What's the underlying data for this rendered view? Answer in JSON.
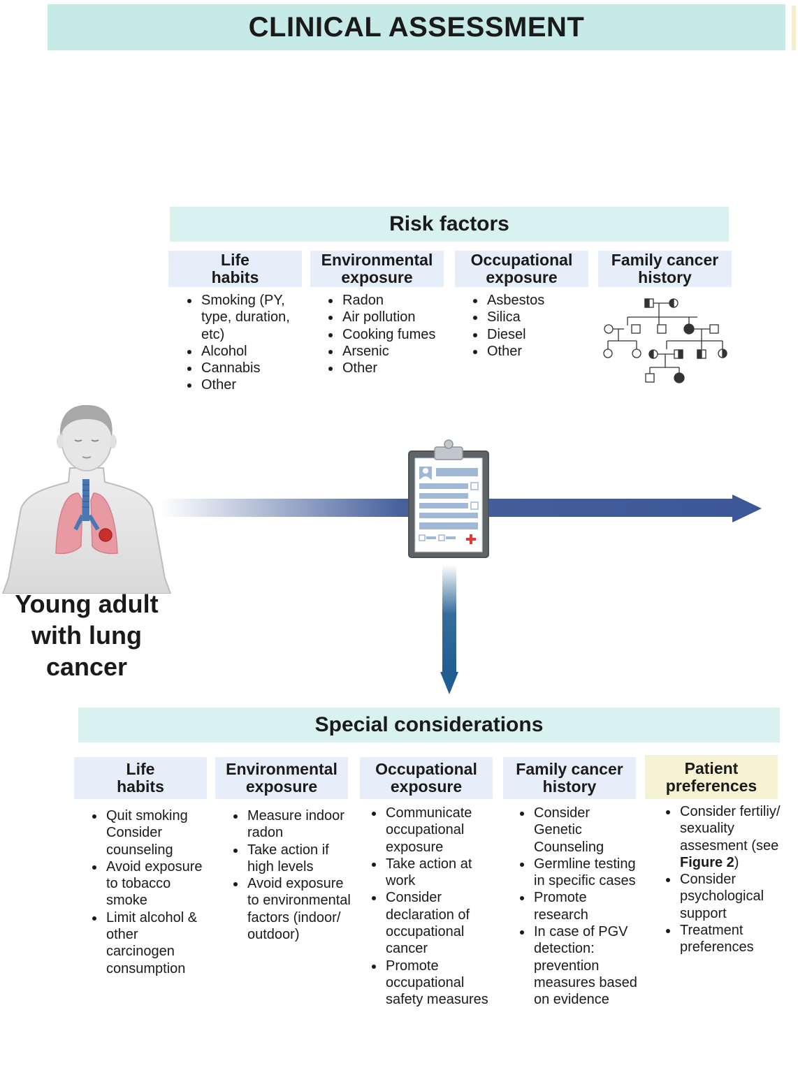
{
  "title": "CLINICAL ASSESSMENT",
  "patient_label": "Young adult\nwith lung\ncancer",
  "risk_factors": {
    "title": "Risk factors",
    "columns": [
      {
        "header": "Life\nhabits",
        "items": [
          "Smoking (PY, type, duration, etc)",
          "Alcohol",
          "Cannabis",
          "Other"
        ]
      },
      {
        "header": "Environmental\nexposure",
        "items": [
          "Radon",
          "Air pollution",
          "Cooking fumes",
          "Arsenic",
          "Other"
        ]
      },
      {
        "header": "Occupational\nexposure",
        "items": [
          "Asbestos",
          "Silica",
          "Diesel",
          "Other"
        ]
      },
      {
        "header": "Family cancer\nhistory",
        "items": []
      }
    ]
  },
  "special_considerations": {
    "title": "Special considerations",
    "columns": [
      {
        "header": "Life\nhabits",
        "items": [
          "Quit smoking Consider counseling",
          "Avoid exposure to tobacco smoke",
          "Limit alcohol & other carcinogen consumption"
        ]
      },
      {
        "header": "Environmental\nexposure",
        "items": [
          "Measure indoor radon",
          "Take action if high levels",
          "Avoid exposure to environmental factors (indoor/ outdoor)"
        ]
      },
      {
        "header": "Occupational\nexposure",
        "items": [
          "Communicate occupational exposure",
          "Take action at work",
          "Consider declaration of occupational cancer",
          "Promote occupational safety measures"
        ]
      },
      {
        "header": "Family cancer\nhistory",
        "items": [
          "Consider Genetic Counseling",
          "Germline testing in specific cases",
          "Promote research",
          "In case of PGV detection: prevention measures based on evidence"
        ]
      },
      {
        "header": "Patient\npreferences",
        "items": [
          "Consider fertiliy/ sexuality assesment",
          "Consider psychological support",
          "Treatment preferences"
        ],
        "ref_prefix": "(see ",
        "ref_bold": "Figure 2",
        "ref_suffix": ")"
      }
    ]
  },
  "colors": {
    "teal_band": "#c6ebe6",
    "light_band": "#d9f2ef",
    "header_blue": "#e5eef9",
    "header_yellow": "#f7f2d3",
    "arrow_blue": "#3d5897",
    "arrow_vertical": "#1f5d93"
  },
  "icons": [
    "patient-body-illustration",
    "clipboard-icon",
    "pedigree-chart-icon",
    "red-cross-icon"
  ]
}
